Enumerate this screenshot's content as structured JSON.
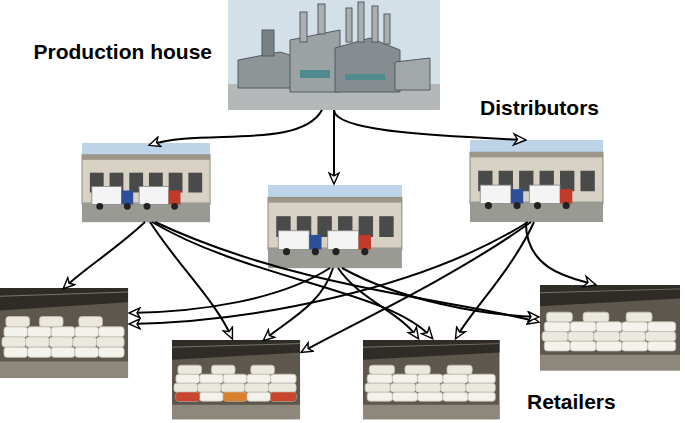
{
  "diagram": {
    "nodes": [
      {
        "text": [
          "Production house"
        ]
      },
      {
        "text": [
          "Distributors"
        ]
      },
      {
        "text": [
          "Retailers"
        ]
      }
    ],
    "edges": [
      {
        "from": 0,
        "to": 1,
        "arrow": "to"
      },
      {
        "from": 1,
        "to": 2,
        "arrow": "to"
      }
    ]
  }
}
